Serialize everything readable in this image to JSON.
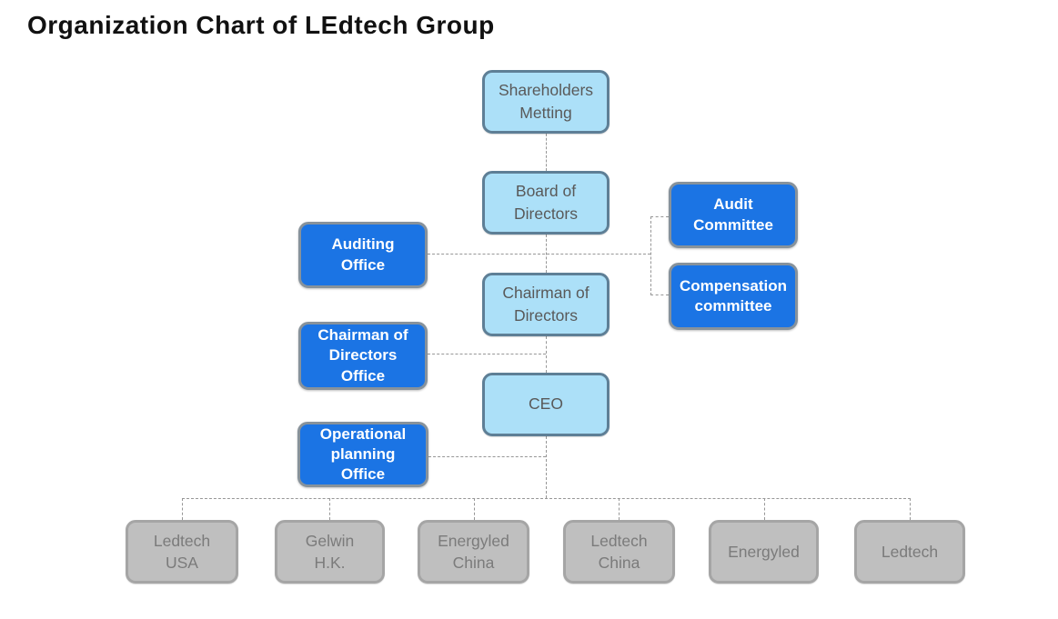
{
  "title": "Organization Chart of LEdtech Group",
  "colors": {
    "light_blue_fill": "#ACE0F8",
    "light_blue_border": "#5E7F96",
    "blue_fill": "#1B74E4",
    "blue_border": "#87929B",
    "gray_fill": "#BFBFBF",
    "gray_border": "#A5A5A5",
    "connector": "#979797",
    "title_color": "#111111"
  },
  "nodes": {
    "shareholders_meeting": {
      "label": "Shareholders\nMetting",
      "type": "light"
    },
    "board_of_directors": {
      "label": "Board of\nDirectors",
      "type": "light"
    },
    "chairman_of_directors": {
      "label": "Chairman of\nDirectors",
      "type": "light"
    },
    "ceo": {
      "label": "CEO",
      "type": "light"
    },
    "auditing_office": {
      "label": "Auditing\nOffice",
      "type": "blue"
    },
    "chairman_of_directors_office": {
      "label": "Chairman of\nDirectors\nOffice",
      "type": "blue"
    },
    "operational_planning_office": {
      "label": "Operational\nplanning\nOffice",
      "type": "blue"
    },
    "audit_committee": {
      "label": "Audit\nCommittee",
      "type": "blue"
    },
    "compensation_committee": {
      "label": "Compensation\ncommittee",
      "type": "blue"
    },
    "ledtech_usa": {
      "label": "Ledtech\nUSA",
      "type": "gray"
    },
    "gelwin_hk": {
      "label": "Gelwin\nH.K.",
      "type": "gray"
    },
    "energyled_china": {
      "label": "Energyled\nChina",
      "type": "gray"
    },
    "ledtech_china": {
      "label": "Ledtech\nChina",
      "type": "gray"
    },
    "energyled": {
      "label": "Energyled",
      "type": "gray"
    },
    "ledtech": {
      "label": "Ledtech",
      "type": "gray"
    }
  },
  "hierarchy": {
    "governance_chain": [
      "Shareholders Metting",
      "Board of Directors",
      "Chairman of Directors",
      "CEO"
    ],
    "board_committees": [
      "Audit Committee",
      "Compensation committee"
    ],
    "staff_offices": [
      "Auditing Office",
      "Chairman of Directors Office",
      "Operational planning Office"
    ],
    "subsidiaries": [
      "Ledtech USA",
      "Gelwin H.K.",
      "Energyled China",
      "Ledtech China",
      "Energyled",
      "Ledtech"
    ]
  }
}
